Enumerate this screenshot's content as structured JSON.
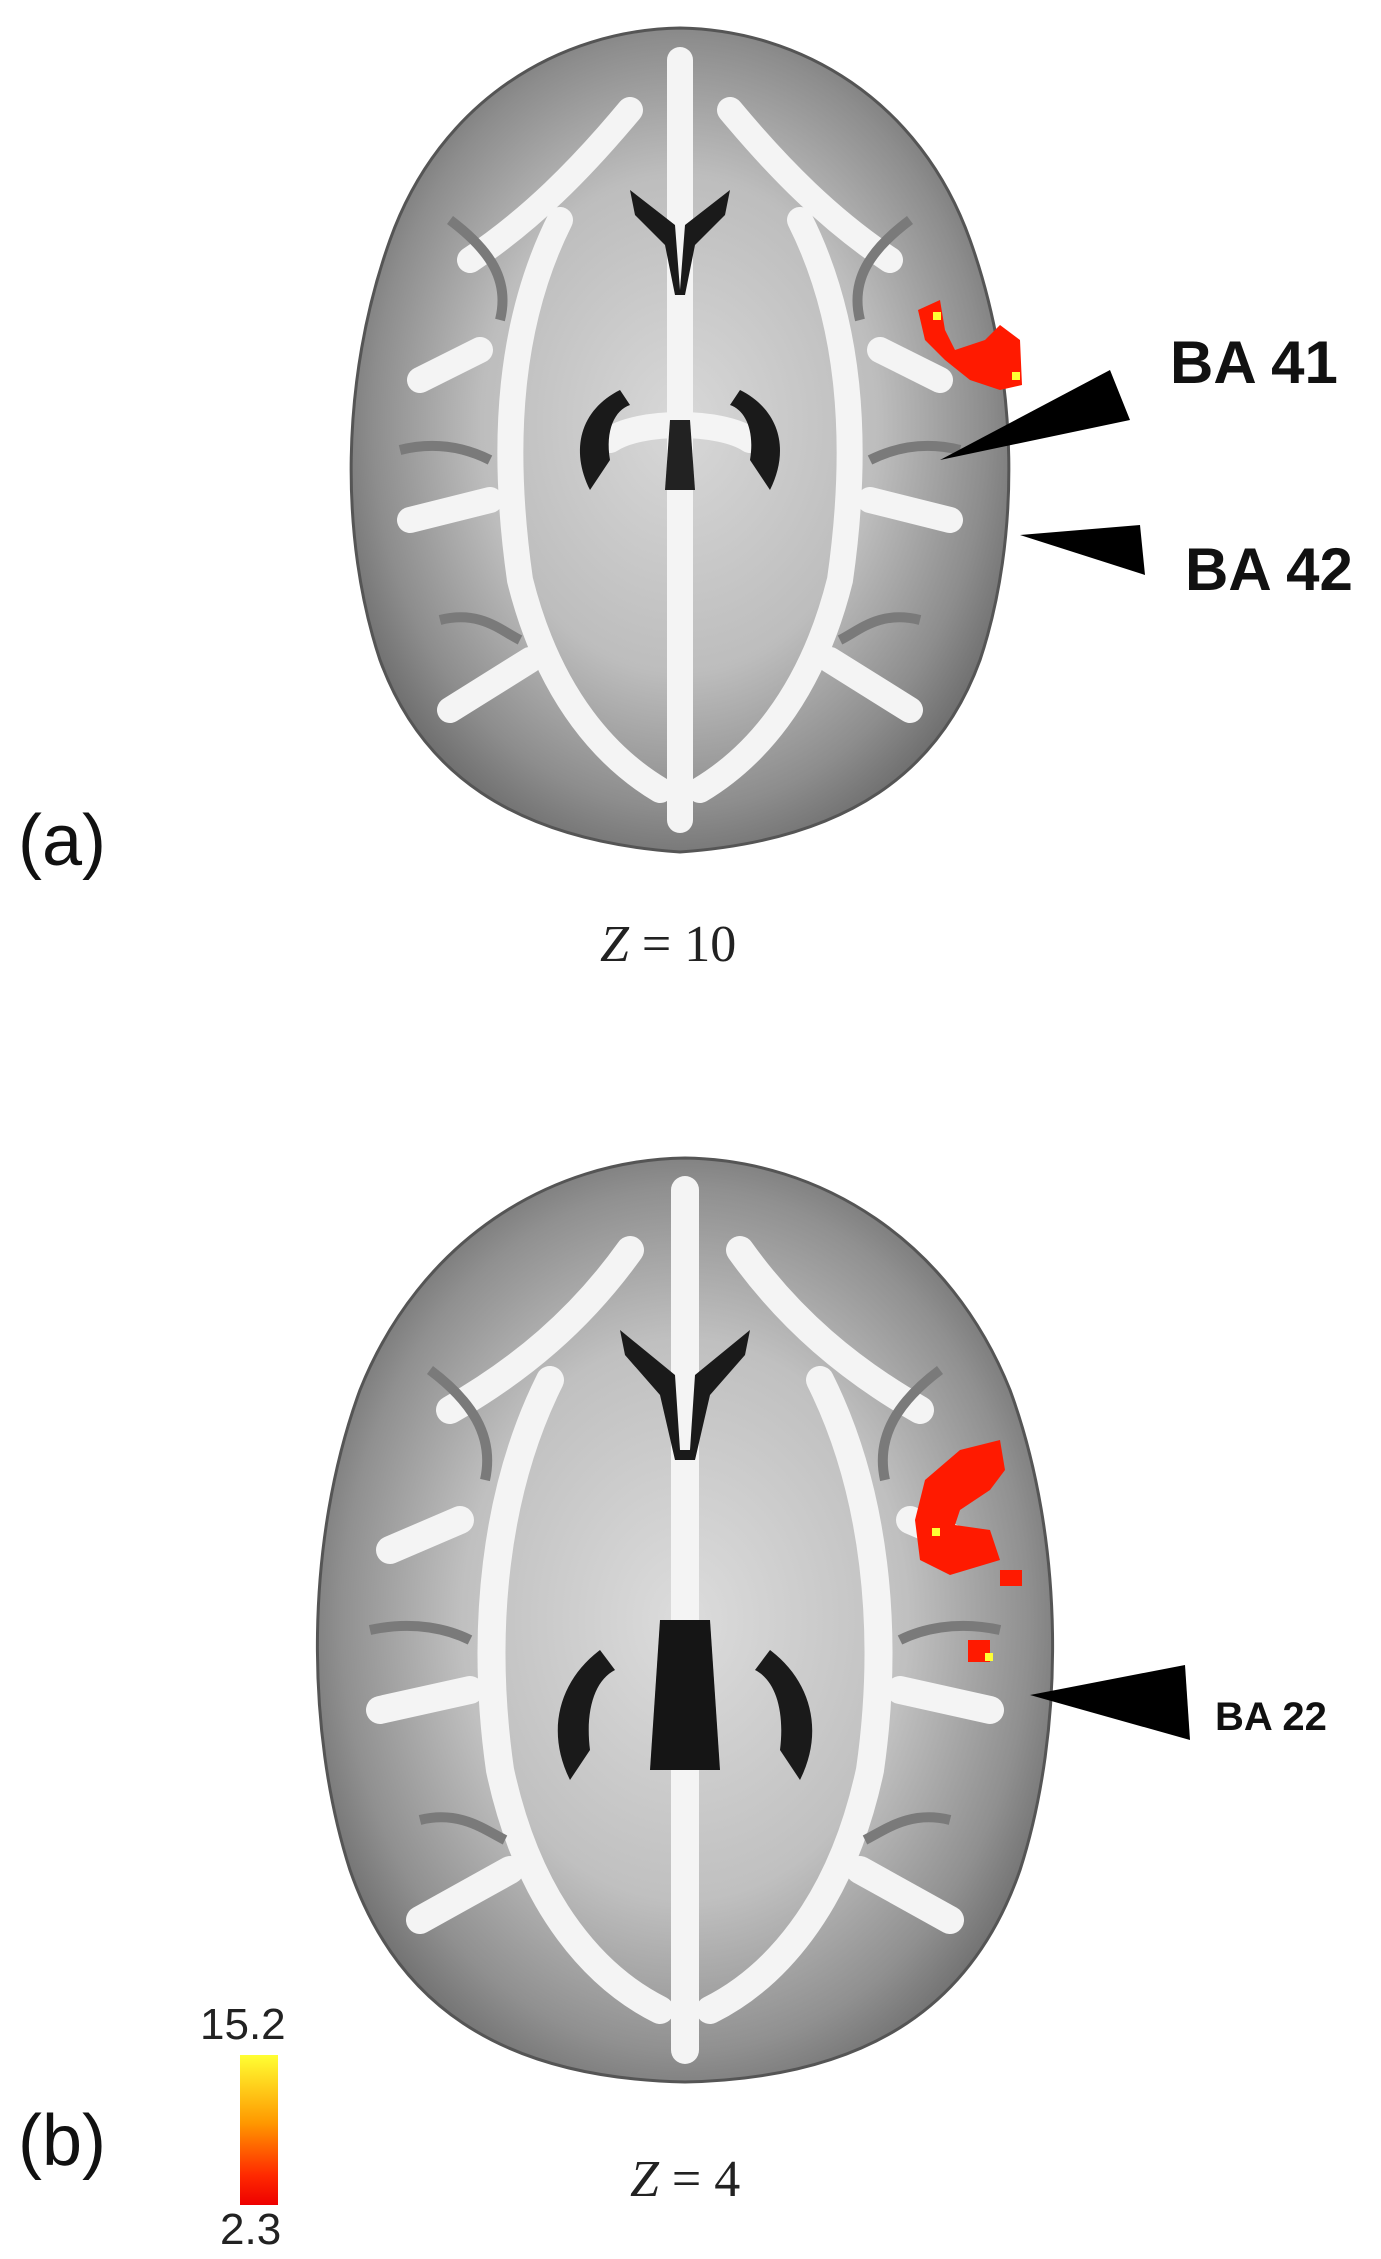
{
  "panels": [
    {
      "label": "(a)",
      "slice_var": "Z",
      "slice_value": "10",
      "annotations": [
        "BA 41",
        "BA 42"
      ]
    },
    {
      "label": "(b)",
      "slice_var": "Z",
      "slice_value": "4",
      "annotations": [
        "BA 22"
      ]
    }
  ],
  "colorbar": {
    "max": "15.2",
    "min": "2.3",
    "colors": [
      "#ffff33",
      "#ff9900",
      "#ff2a00",
      "#ee0000"
    ]
  },
  "colors": {
    "activation": "#ff1a00",
    "activation_peak": "#ffff33",
    "brain_gray": "#8a8a8a",
    "white_matter": "#f2f2f2"
  }
}
